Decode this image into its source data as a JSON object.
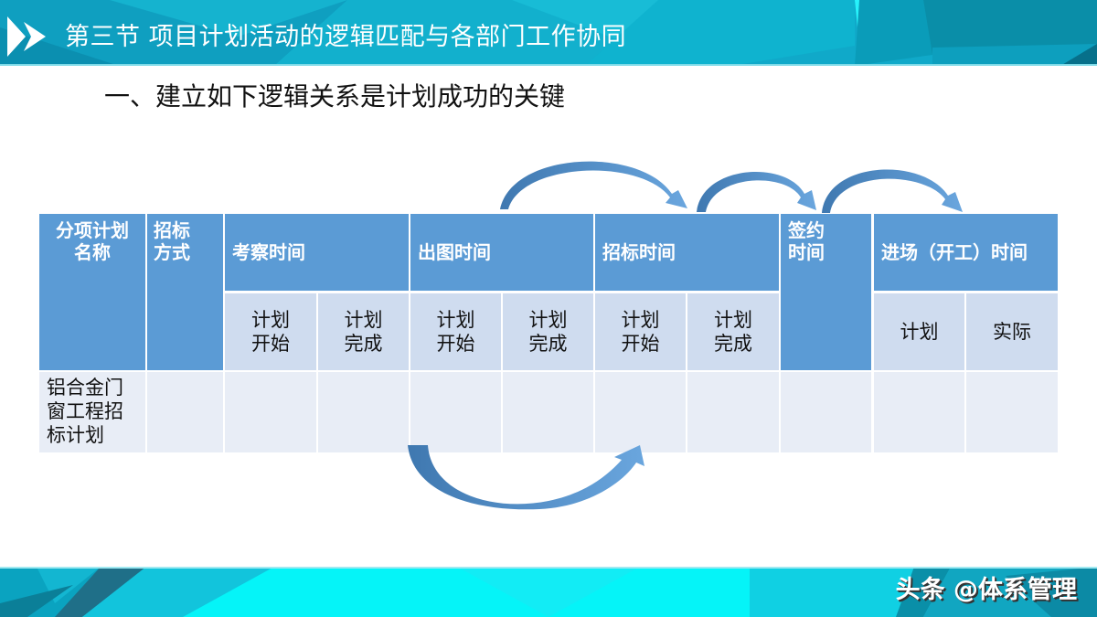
{
  "header": {
    "section_title": "第三节  项目计划活动的逻辑匹配与各部门工作协同",
    "logo_icon": "play-triangles-icon"
  },
  "subtitle": "一、建立如下逻辑关系是计划成功的关键",
  "table": {
    "top_headers": [
      {
        "label": "分项计划\n名称",
        "line1": "分项计划",
        "line2": "名称"
      },
      {
        "label": "招标\n方式",
        "line1": "招标",
        "line2": "方式"
      },
      {
        "label": "考察时间"
      },
      {
        "label": "出图时间"
      },
      {
        "label": "招标时间"
      },
      {
        "label": "签约\n时间",
        "line1": "签约",
        "line2": "时间"
      },
      {
        "label": "进场（开工）时间"
      }
    ],
    "sub_headers": [
      {
        "line1": "计划",
        "line2": "开始"
      },
      {
        "line1": "计划",
        "line2": "完成"
      },
      {
        "line1": "计划",
        "line2": "开始"
      },
      {
        "line1": "计划",
        "line2": "完成"
      },
      {
        "line1": "计划",
        "line2": "开始"
      },
      {
        "line1": "计划",
        "line2": "完成"
      },
      {
        "line1": "计划"
      },
      {
        "line1": "实际"
      }
    ],
    "rows": [
      {
        "name_lines": [
          "铝合金门",
          "窗工程招",
          "标计划"
        ],
        "values": [
          "",
          "",
          "",
          "",
          "",
          "",
          "",
          "",
          "",
          ""
        ]
      }
    ]
  },
  "arrows": [
    {
      "name": "arrow-inspection-to-tender",
      "direction": "over"
    },
    {
      "name": "arrow-tender-to-signing",
      "direction": "over"
    },
    {
      "name": "arrow-signing-to-entry",
      "direction": "over"
    },
    {
      "name": "arrow-drawing-to-tender",
      "direction": "under"
    }
  ],
  "footer": {
    "watermark": "头条 @体系管理"
  },
  "colors": {
    "header_blue": "#5b9bd5",
    "subheader_bg": "#cfdcef",
    "data_bg": "#e8edf6",
    "banner_cyan": "#10a9c9"
  }
}
